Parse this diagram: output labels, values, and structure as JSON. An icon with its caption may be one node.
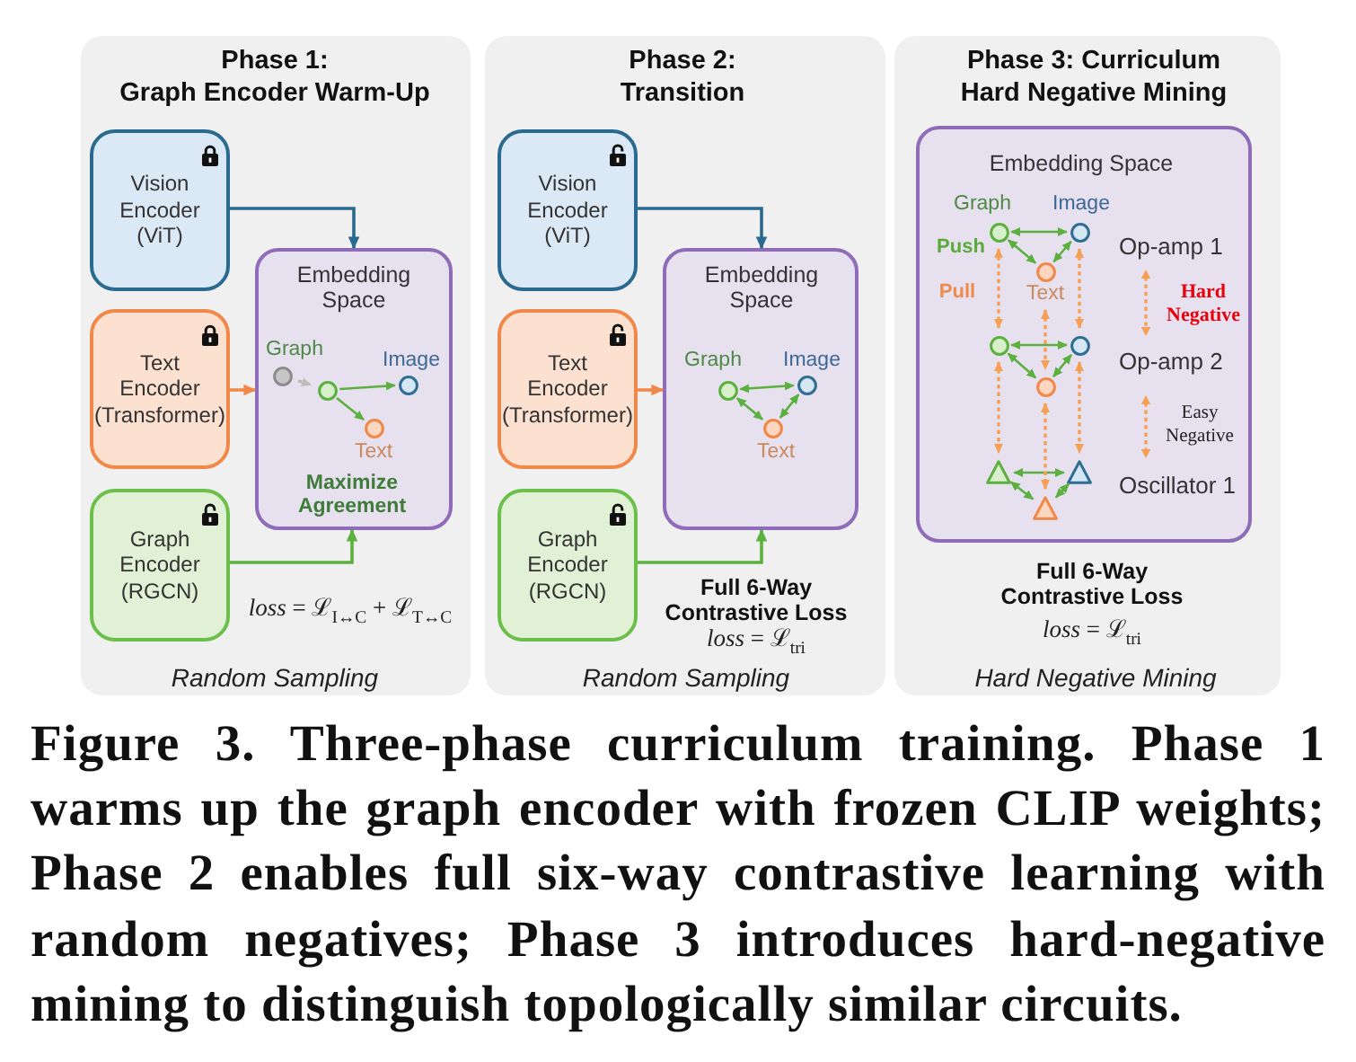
{
  "diagram": {
    "caption": "Figure 3. Three-phase curriculum training. Phase 1 warms up the graph encoder with frozen CLIP weights; Phase 2 enables full six-way contrastive learning with random negatives; Phase 3 introduces hard-negative mining to distinguish topologically similar circuits.",
    "nodes": [
      {
        "text": [
          "Phase 1: Graph Encoder Warm-Up",
          "*loss* = ℒ$_{I↔C}$ + ℒ$_{T↔C}$",
          "Random Sampling"
        ]
      },
      {
        "text": [
          "Vision Encoder (ViT)"
        ],
        "in": 0
      },
      {
        "text": [
          "Text Encoder (Transformer)"
        ],
        "in": 0
      },
      {
        "text": [
          "Graph Encoder (RGCN)"
        ],
        "in": 0
      },
      {
        "text": [
          "Embedding Space",
          "Maximize Agreement"
        ],
        "in": 0
      },
      {
        "text": [],
        "shape": "circle",
        "in": 4,
        "beside": [
          "Graph"
        ]
      },
      {
        "text": [],
        "shape": "circle",
        "in": 4
      },
      {
        "text": [],
        "shape": "circle",
        "in": 4,
        "beside": [
          "Image"
        ]
      },
      {
        "text": [],
        "shape": "circle",
        "in": 4,
        "beside": [
          "Text"
        ]
      },
      {
        "text": [
          "Phase 2: Transition",
          "Full 6-Way Contrastive Loss",
          "*loss* = ℒ$_{tri}$",
          "Random Sampling"
        ]
      },
      {
        "text": [
          "Vision Encoder (ViT)"
        ],
        "in": 9
      },
      {
        "text": [
          "Text Encoder (Transformer)"
        ],
        "in": 9
      },
      {
        "text": [
          "Graph Encoder (RGCN)"
        ],
        "in": 9
      },
      {
        "text": [
          "Embedding Space"
        ],
        "in": 9
      },
      {
        "text": [],
        "shape": "circle",
        "in": 13,
        "beside": [
          "Graph"
        ]
      },
      {
        "text": [],
        "shape": "circle",
        "in": 13,
        "beside": [
          "Image"
        ]
      },
      {
        "text": [],
        "shape": "circle",
        "in": 13,
        "beside": [
          "Text"
        ]
      },
      {
        "text": [
          "Phase 3: Curriculum Hard Negative Mining",
          "Full 6-Way Contrastive Loss",
          "*loss* = ℒ$_{tri}$",
          "Hard Negative Mining"
        ]
      },
      {
        "text": [
          "Embedding Space"
        ],
        "in": 17
      },
      {
        "text": [],
        "shape": "circle",
        "in": 18,
        "beside": [
          "Graph"
        ]
      },
      {
        "text": [],
        "shape": "circle",
        "in": 18,
        "beside": [
          "Image"
        ]
      },
      {
        "text": [],
        "shape": "circle",
        "in": 18,
        "beside": [
          "Text"
        ]
      },
      {
        "text": [],
        "shape": "circle",
        "in": 18
      },
      {
        "text": [],
        "shape": "circle",
        "in": 18
      },
      {
        "text": [],
        "shape": "circle",
        "in": 18
      },
      {
        "text": [],
        "shape": "triangle",
        "in": 18
      },
      {
        "text": [],
        "shape": "triangle",
        "in": 18
      },
      {
        "text": [],
        "shape": "triangle",
        "in": 18
      }
    ],
    "edges": [
      {
        "from": 1,
        "to": 4,
        "arrow": "to",
        "color": "#2b6a8f"
      },
      {
        "from": 2,
        "to": 4,
        "arrow": "to",
        "color": "#f0884a"
      },
      {
        "from": 3,
        "to": 4,
        "arrow": "to"
      },
      {
        "from": 5,
        "to": 6,
        "arrow": "to",
        "style": "dashed",
        "color": "#bbbbbb"
      },
      {
        "from": 6,
        "to": 7,
        "arrow": "to"
      },
      {
        "from": 6,
        "to": 8,
        "arrow": "to"
      },
      {
        "from": 10,
        "to": 13,
        "arrow": "to",
        "color": "#2b6a8f"
      },
      {
        "from": 11,
        "to": 13,
        "arrow": "to",
        "color": "#f0884a"
      },
      {
        "from": 12,
        "to": 13,
        "arrow": "to"
      },
      {
        "from": 14,
        "to": 15,
        "arrow": "both"
      },
      {
        "from": 14,
        "to": 16,
        "arrow": "both"
      },
      {
        "from": 15,
        "to": 16,
        "arrow": "both"
      },
      {
        "from": 19,
        "to": 20,
        "arrow": "both"
      },
      {
        "from": 19,
        "to": 21,
        "arrow": "both"
      },
      {
        "from": 20,
        "to": 21,
        "arrow": "both"
      },
      {
        "from": 22,
        "to": 23,
        "arrow": "both"
      },
      {
        "from": 22,
        "to": 24,
        "arrow": "both"
      },
      {
        "from": 23,
        "to": 24,
        "arrow": "both"
      },
      {
        "from": 25,
        "to": 26,
        "arrow": "both"
      },
      {
        "from": 25,
        "to": 27,
        "arrow": "both"
      },
      {
        "from": 26,
        "to": 27,
        "arrow": "both"
      },
      {
        "from": 19,
        "to": 22,
        "arrow": "both",
        "style": "dashed",
        "color": "#f5a055"
      },
      {
        "from": 21,
        "to": 24,
        "arrow": "both",
        "style": "dashed",
        "color": "#f5a055"
      },
      {
        "from": 20,
        "to": 23,
        "arrow": "both",
        "style": "dashed",
        "color": "#f5a055"
      },
      {
        "from": 22,
        "to": 25,
        "arrow": "both",
        "style": "dashed",
        "color": "#f5a055"
      },
      {
        "from": 24,
        "to": 27,
        "arrow": "both",
        "style": "dashed",
        "color": "#f5a055"
      },
      {
        "from": 23,
        "to": 26,
        "arrow": "both",
        "style": "dashed",
        "color": "#f5a055"
      }
    ],
    "labels": [
      "Push",
      "Op-amp 1",
      "Pull",
      "Hard Negative",
      "Op-amp 2",
      "Easy Negative",
      "Oscillator 1"
    ]
  }
}
